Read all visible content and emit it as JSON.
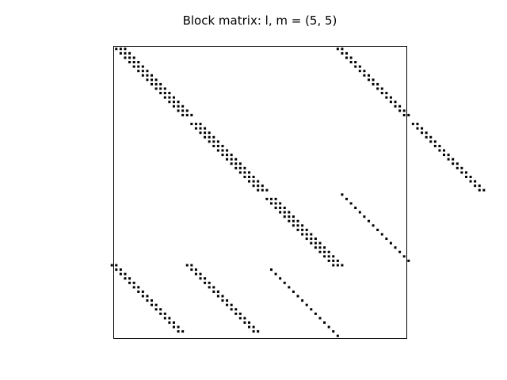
{
  "chart_data": {
    "type": "heatmap",
    "title": "Block matrix: l, m = (5, 5)",
    "xlabel": "",
    "ylabel": "",
    "grid": false,
    "ticks": false,
    "axis_ranges": {
      "x": [
        0,
        66
      ],
      "y": [
        0,
        66
      ]
    },
    "y_axis_direction": "top-to-bottom",
    "marker_color": "#000000",
    "description_of_values": "Sparsity pattern: each listed [row, column] is a nonzero entry drawn as a small black square.",
    "bands": [
      {
        "rows": [
          0,
          15
        ],
        "col_offsets": [
          0,
          1,
          2
        ]
      },
      {
        "rows": [
          17,
          32
        ],
        "col_offsets": [
          0,
          1,
          2
        ]
      },
      {
        "rows": [
          34,
          49
        ],
        "col_offsets": [
          0,
          1,
          2
        ]
      },
      {
        "rows": [
          0,
          15
        ],
        "col_offsets": [
          50,
          51
        ]
      },
      {
        "rows": [
          17,
          32
        ],
        "col_offsets": [
          50,
          51
        ]
      },
      {
        "rows": [
          33,
          48
        ],
        "col_offsets": [
          18
        ]
      },
      {
        "rows": [
          49,
          64
        ],
        "col_offsets": [
          -49,
          -50
        ]
      },
      {
        "rows": [
          49,
          64
        ],
        "col_offsets": [
          -32,
          -33
        ]
      },
      {
        "rows": [
          50,
          65
        ],
        "col_offsets": [
          -15
        ]
      }
    ]
  }
}
